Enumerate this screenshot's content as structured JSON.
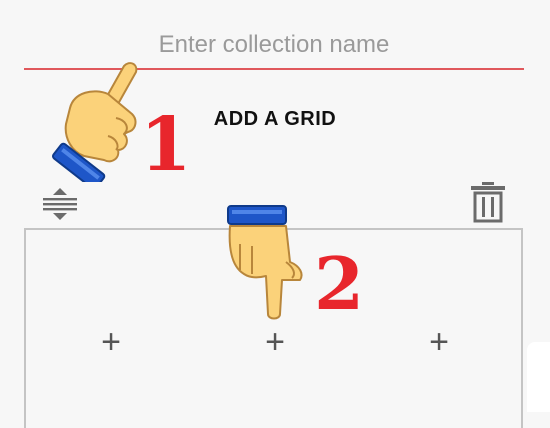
{
  "collection_name": {
    "placeholder": "Enter collection name",
    "value": ""
  },
  "add_grid_label": "ADD A GRID",
  "grid": {
    "cells": [
      "+",
      "+",
      "+"
    ]
  },
  "annotations": {
    "step_1": "1",
    "step_2": "2"
  },
  "colors": {
    "input_underline": "#e0585c",
    "step_number": "#e8262c",
    "panel_border": "#c4c4c4",
    "background": "#f7f7f7"
  },
  "icons": {
    "reorder": "reorder-icon",
    "trash": "trash-icon",
    "pointing_hand": "pointing-hand-icon"
  }
}
